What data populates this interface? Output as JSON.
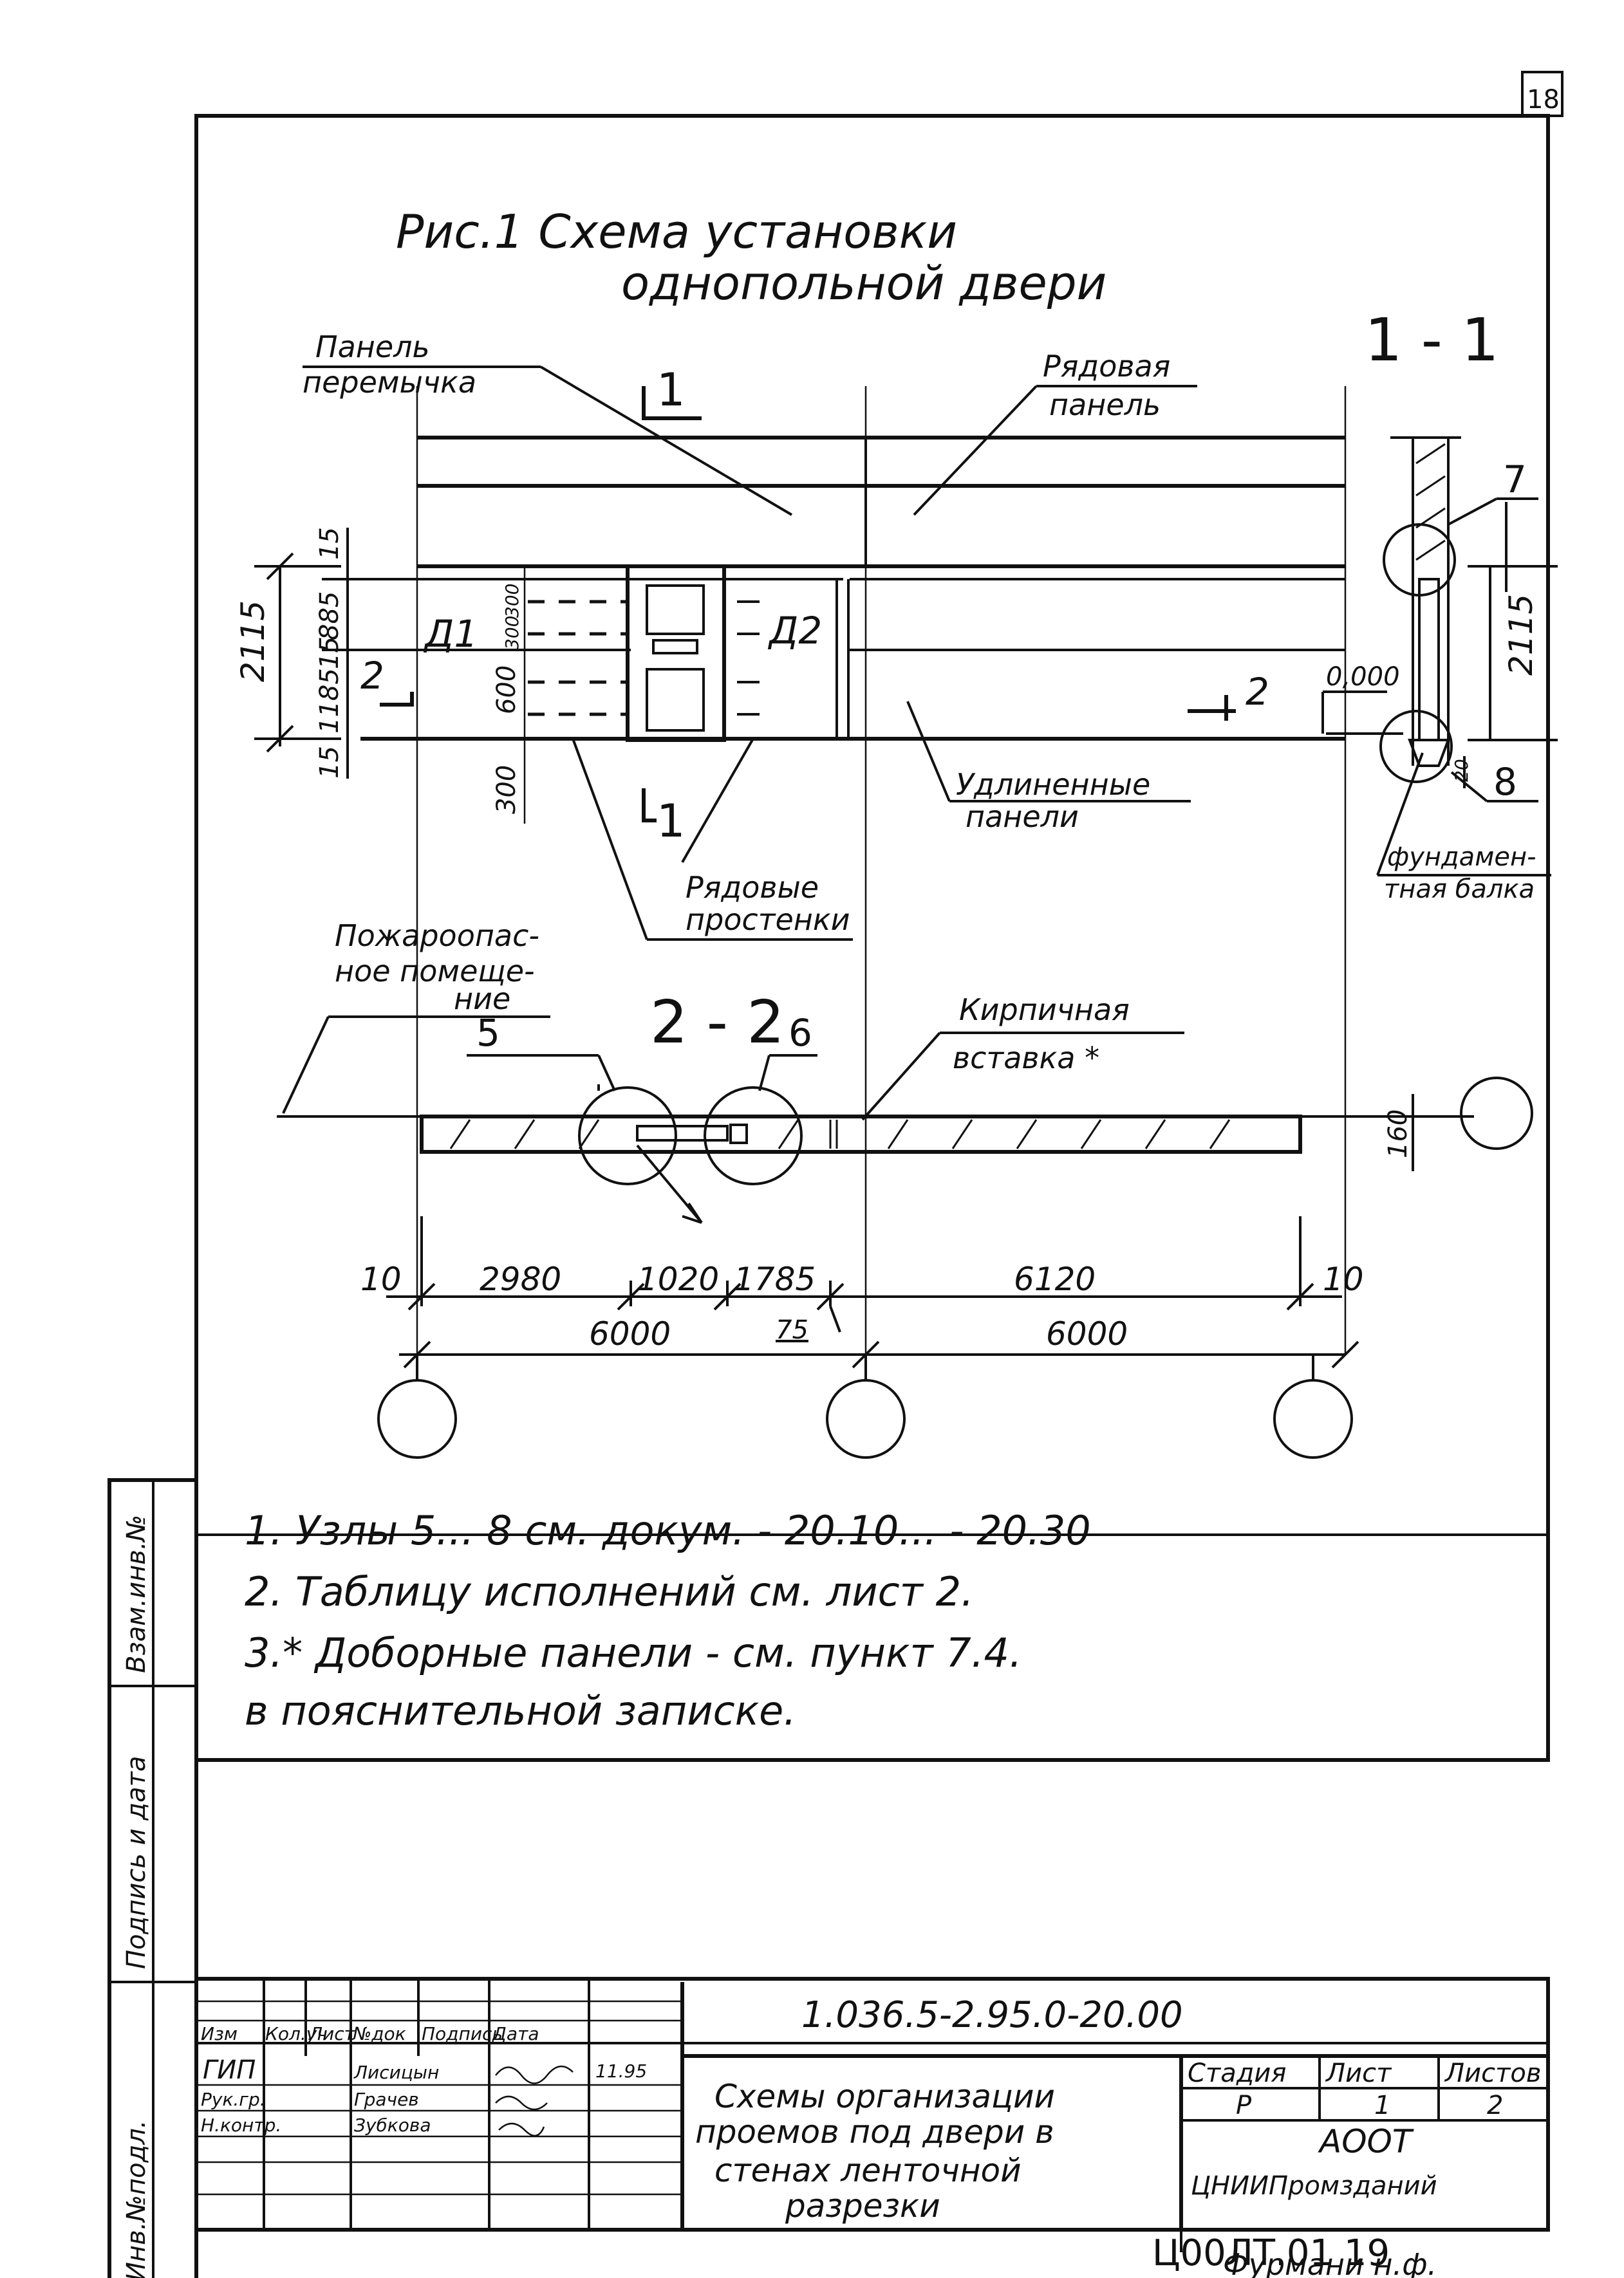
{
  "sheet_number": "18",
  "figure": {
    "title_line1": "Рис.1  Схема установки",
    "title_line2": "однопольной двери",
    "section_1_1": "1 - 1",
    "section_2_2": "2 - 2",
    "cut_mark": "1",
    "cut_mark_2": "2"
  },
  "callouts": {
    "panel_lintel_1": "Панель",
    "panel_lintel_2": "перемычка",
    "row_panel_1": "Рядовая",
    "row_panel_2": "панель",
    "extended_1": "Удлиненные",
    "extended_2": "панели",
    "piers_1": "Рядовые",
    "piers_2": "простенки",
    "fire_1": "Пожароопас-",
    "fire_2": "ное помеще-",
    "fire_3": "ние",
    "brick_1": "Кирпичная",
    "brick_2": "вставка *",
    "foundation_1": "фундамен-",
    "foundation_2": "тная балка",
    "d1": "Д1",
    "d2": "Д2",
    "level": "0,000"
  },
  "nodes": {
    "n5": "5",
    "n6": "6",
    "n7": "7",
    "n8": "8"
  },
  "dimensions": {
    "left_total": "2115",
    "left_15_top": "15",
    "left_885": "885",
    "left_15_mid": "15",
    "left_1185": "1185",
    "left_15_bot": "15",
    "inner_300a": "300",
    "inner_300b": "300",
    "inner_600": "600",
    "inner_300c": "300",
    "right_2115": "2115",
    "d_20": "20",
    "wall_thk": "160",
    "row1": [
      "10",
      "2980",
      "1020",
      "1785",
      "6120",
      "10"
    ],
    "row2_left": "6000",
    "row2_mid": "75",
    "row2_right": "6000"
  },
  "notes": [
    "1.  Узлы 5... 8 см. докум. - 20.10... - 20.30",
    "2. Таблицу исполнений см. лист 2.",
    "3.* Доборные панели - см. пункт 7.4.",
    "    в пояснительной записке."
  ],
  "side_stamps": [
    "Инв.№подл.",
    "Подпись и дата",
    "Взам.инв.№"
  ],
  "title_block": {
    "code": "1.036.5-2.95.0-20.00",
    "rev_headers": [
      "Изм",
      "Кол.уч",
      "Лист",
      "№док",
      "Подпись",
      "Дата"
    ],
    "roles": [
      "ГИП",
      "Рук.гр.",
      "Н.контр."
    ],
    "names": [
      "Лисицын",
      "Грачев",
      "Зубкова"
    ],
    "date": "11.95",
    "description": [
      "Схемы организации",
      "проемов под двери в",
      "стенах ленточной",
      "разрезки"
    ],
    "stage_label": "Стадия",
    "sheet_label": "Лист",
    "sheets_label": "Листов",
    "stage": "Р",
    "sheet": "1",
    "sheets": "2",
    "org_1": "АООТ",
    "org_2": "ЦНИИПромзданий"
  },
  "stamp_below": [
    "Ц00ЛТ.01 19",
    "Фурмани н.ф."
  ]
}
